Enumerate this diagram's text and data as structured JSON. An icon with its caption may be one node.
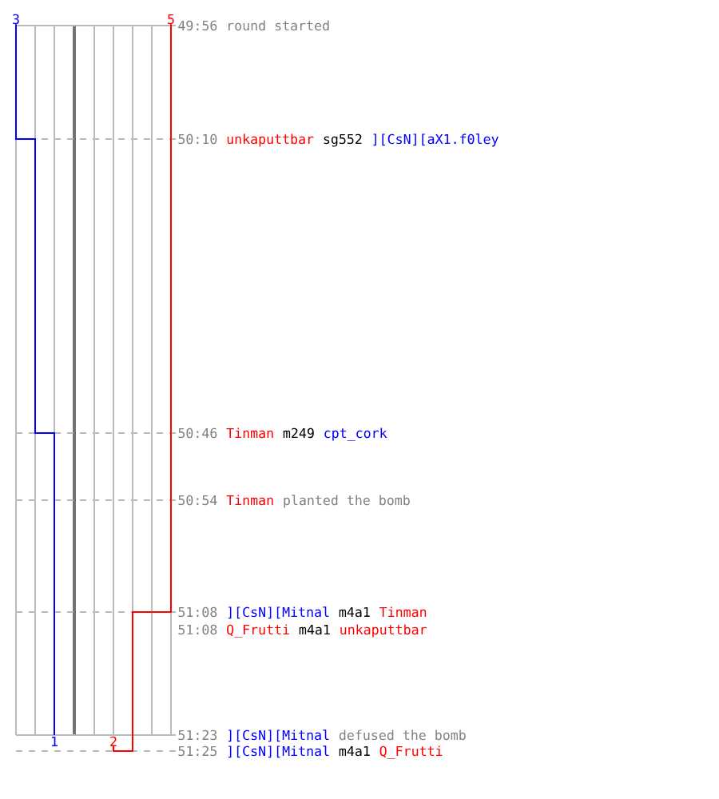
{
  "diagram": {
    "labels": [
      "3",
      "5",
      "49:56",
      "round started",
      "50:10",
      "unkaputtbar",
      "sg552",
      "][CsN][aX1.f0ley",
      "50:46",
      "Tinman",
      "m249",
      "cpt_cork",
      "50:54",
      "Tinman",
      "planted the bomb",
      "51:08",
      "][CsN][Mitnal",
      "m4a1",
      "Tinman",
      "51:08",
      "Q_Frutti",
      "m4a1",
      "unkaputtbar",
      "1",
      "2",
      "51:23",
      "][CsN][Mitnal",
      "defused the bomb",
      "51:25",
      "][CsN][Mitnal",
      "m4a1",
      "Q_Frutti"
    ]
  }
}
